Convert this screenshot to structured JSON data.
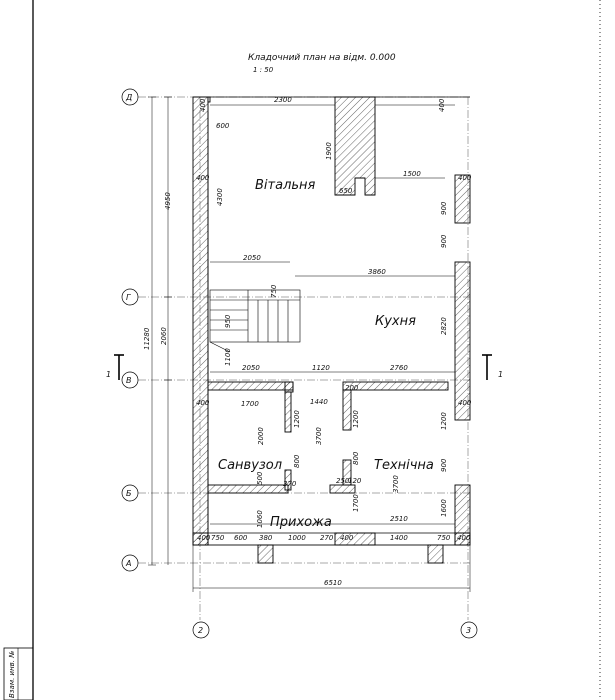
{
  "drawing": {
    "title": "Кладочний план на відм. 0.000",
    "scale": "1 : 50"
  },
  "rooms": {
    "living": "Вітальня",
    "kitchen": "Кухня",
    "bathroom": "Санвузол",
    "technical": "Технічна",
    "hall": "Прихожа"
  },
  "axes": {
    "d": "Д",
    "g": "Г",
    "v": "В",
    "b": "Б",
    "a": "А",
    "col2": "2",
    "col3": "3"
  },
  "section": {
    "left": "1",
    "right": "1"
  },
  "dims": {
    "d2300": "2300",
    "d600": "600",
    "d400_tl": "400",
    "d400_tr": "400",
    "d1900": "1900",
    "d650": "650",
    "d1500": "1500",
    "d400_l1": "400",
    "d4300": "4300",
    "d400_r1": "400",
    "d900_r1": "900",
    "d900_r2": "900",
    "d4950": "4950",
    "d2050_top": "2050",
    "d3860": "3860",
    "d11280": "11280",
    "d2060": "2060",
    "d750_st": "750",
    "d950": "950",
    "d2820": "2820",
    "d1100": "1100",
    "d2050_mid": "2050",
    "d1120": "1120",
    "d2760": "2760",
    "d200": "200",
    "d1440": "1440",
    "d1700_l": "1700",
    "d400_l2": "400",
    "d400_r2": "400",
    "d1200_a": "1200",
    "d2000": "2000",
    "d3700_a": "3700",
    "d1200_b": "1200",
    "d1200_r": "1200",
    "d800_a": "800",
    "d800_b": "800",
    "d3700_b": "3700",
    "d900_r3": "900",
    "d500": "500",
    "d370": "370",
    "d250": "250",
    "d120": "120",
    "d1700_b": "1700",
    "d1060": "1060",
    "d2510": "2510",
    "d1600": "1600",
    "b400_1": "400",
    "b750_1": "750",
    "b600": "600",
    "b380": "380",
    "b1000": "1000",
    "b270": "270",
    "b400_2": "400",
    "b1400": "1400",
    "b750_2": "750",
    "b400_3": "400",
    "b6510": "6510"
  },
  "stamp": {
    "text": "Взам. инв. №"
  }
}
